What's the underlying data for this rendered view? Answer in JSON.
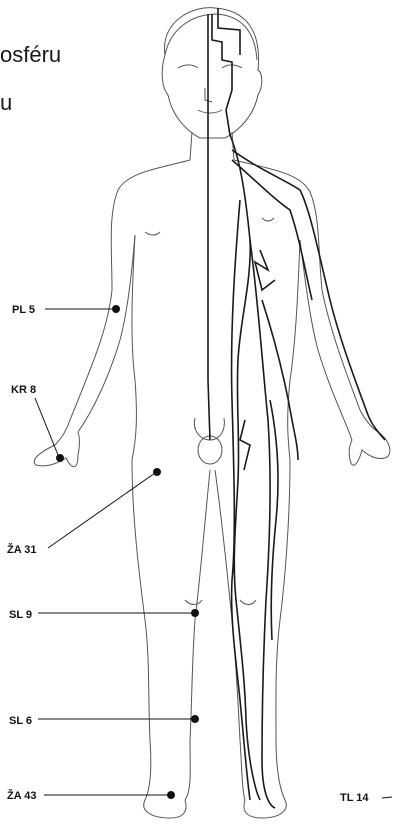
{
  "header_fragments": [
    "osféru",
    "u"
  ],
  "points": [
    {
      "id": "pl5",
      "label": "PL 5"
    },
    {
      "id": "kr8",
      "label": "KR 8"
    },
    {
      "id": "za31",
      "label": "ŽA 31"
    },
    {
      "id": "sl9",
      "label": "SL 9"
    },
    {
      "id": "sl6",
      "label": "SL 6"
    },
    {
      "id": "za43",
      "label": "ŽA 43"
    },
    {
      "id": "tl14",
      "label": "TL 14"
    }
  ],
  "colors": {
    "ink": "#111111",
    "line": "#1a1a1a",
    "body_outline": "#555555"
  }
}
